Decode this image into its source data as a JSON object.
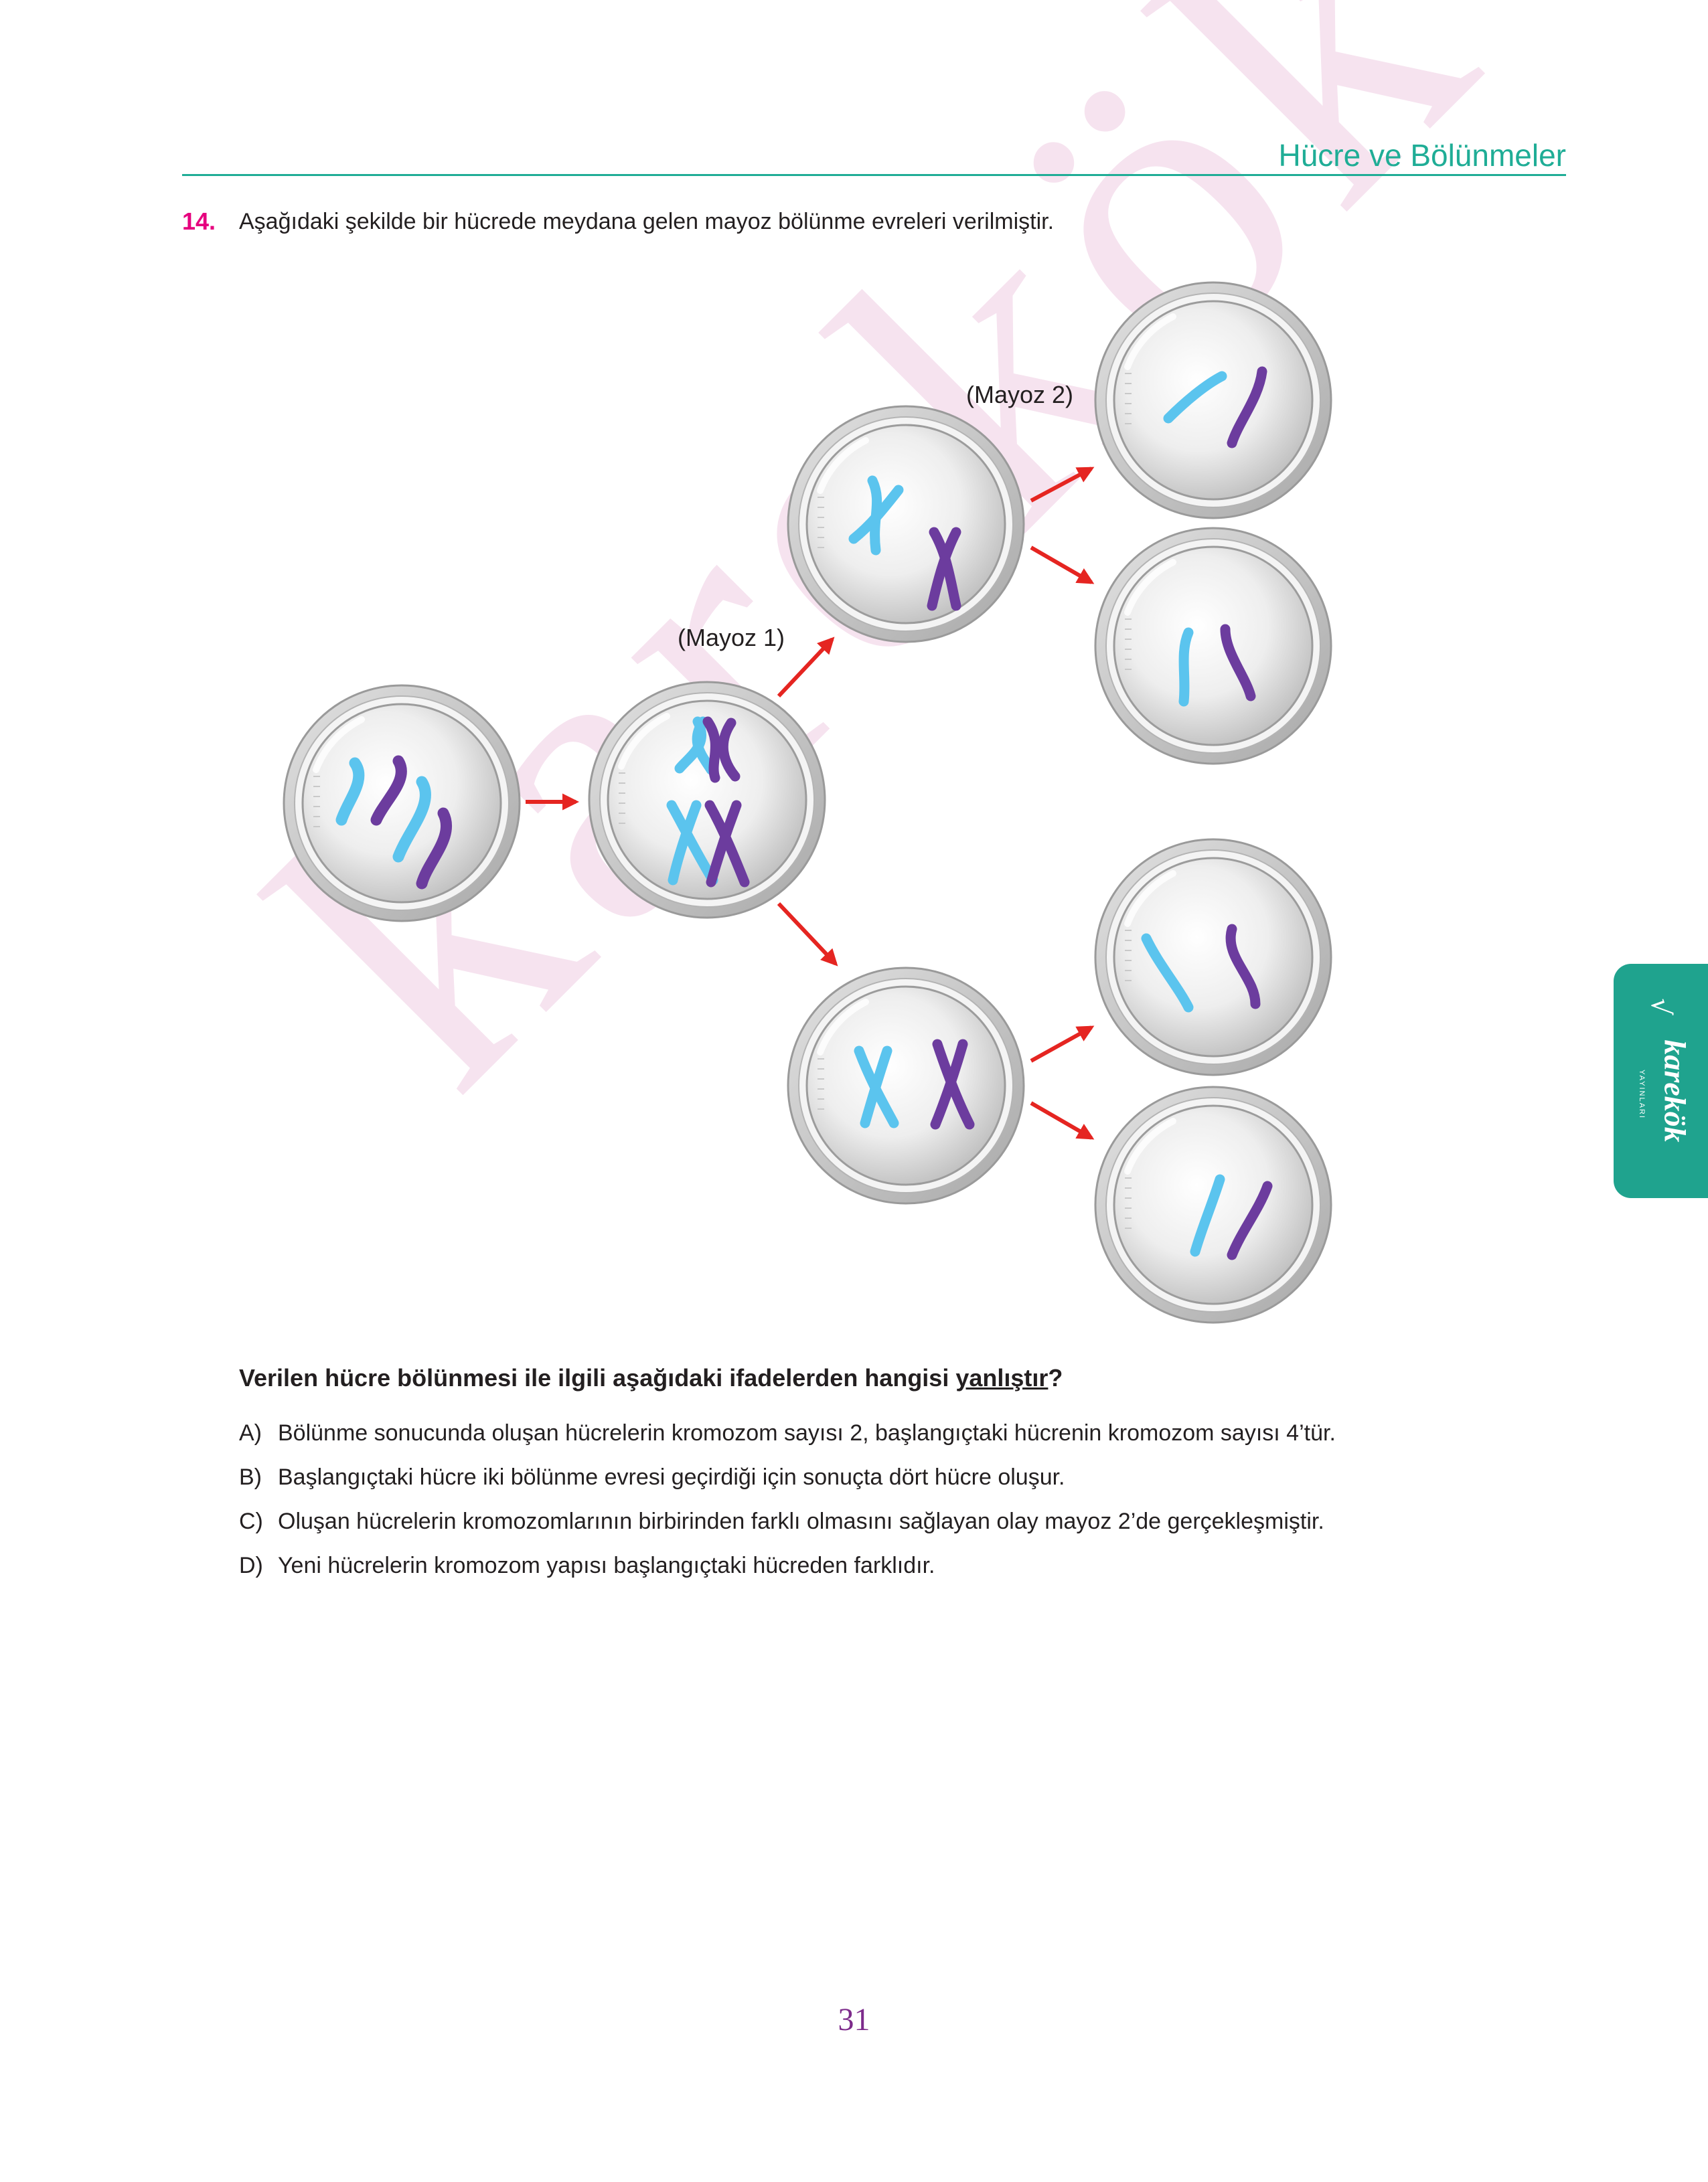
{
  "header": {
    "title": "Hücre ve Bölünmeler"
  },
  "watermark": {
    "text": "karekök"
  },
  "question": {
    "number": "14.",
    "stem": "Aşağıdaki şekilde bir hücrede meydana gelen mayoz bölünme evreleri verilmiştir.",
    "prompt_before": "Verilen hücre bölünmesi ile ilgili aşağıdaki ifadelerden hangisi ",
    "prompt_underlined": "yanlıştır",
    "prompt_after": "?"
  },
  "figure": {
    "label_mayoz1": "(Mayoz 1)",
    "label_mayoz2": "(Mayoz 2)",
    "colors": {
      "light_chromosome": "#5bc4ee",
      "dark_chromosome": "#6c3c9e",
      "arrow": "#e52521"
    }
  },
  "options": [
    {
      "letter": "A)",
      "text": "Bölünme sonucunda oluşan hücrelerin kromozom sayısı 2, başlangıçtaki hücrenin kromozom sayısı 4’tür."
    },
    {
      "letter": "B)",
      "text": "Başlangıçtaki hücre iki bölünme evresi geçirdiği için sonuçta dört hücre oluşur."
    },
    {
      "letter": "C)",
      "text": "Oluşan hücrelerin kromozomlarının birbirinden farklı olmasını sağlayan olay mayoz 2’de gerçekleşmiştir."
    },
    {
      "letter": "D)",
      "text": "Yeni hücrelerin kromozom yapısı başlangıçtaki hücreden farklıdır."
    }
  ],
  "page_number": "31",
  "side_tab": {
    "brand": "karekök",
    "subtitle": "YAYINLARI",
    "logo": "√"
  }
}
